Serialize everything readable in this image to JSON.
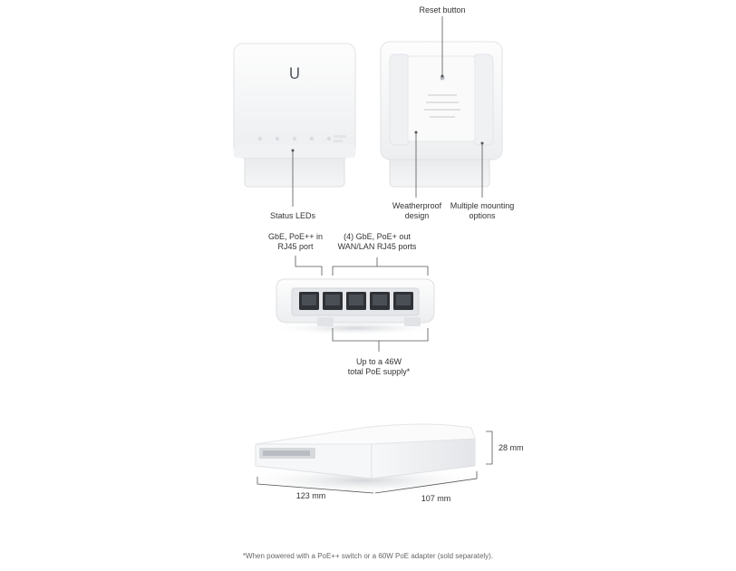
{
  "labels": {
    "reset_button": "Reset button",
    "status_leds": "Status LEDs",
    "weatherproof": [
      "Weatherproof",
      "design"
    ],
    "mounting": [
      "Multiple mounting",
      "options"
    ],
    "in_port": [
      "GbE, PoE++ in",
      "RJ45 port"
    ],
    "out_ports": [
      "(4) GbE, PoE+ out",
      "WAN/LAN RJ45 ports"
    ],
    "supply": [
      "Up to a 46W",
      "total PoE supply*"
    ]
  },
  "dimensions": {
    "height": "28 mm",
    "width": "123 mm",
    "depth": "107 mm"
  },
  "device": {
    "logo_glyph": "U",
    "port_count": 5
  },
  "footnote": "*When powered with a PoE++ switch or a 60W PoE adapter (sold separately)."
}
